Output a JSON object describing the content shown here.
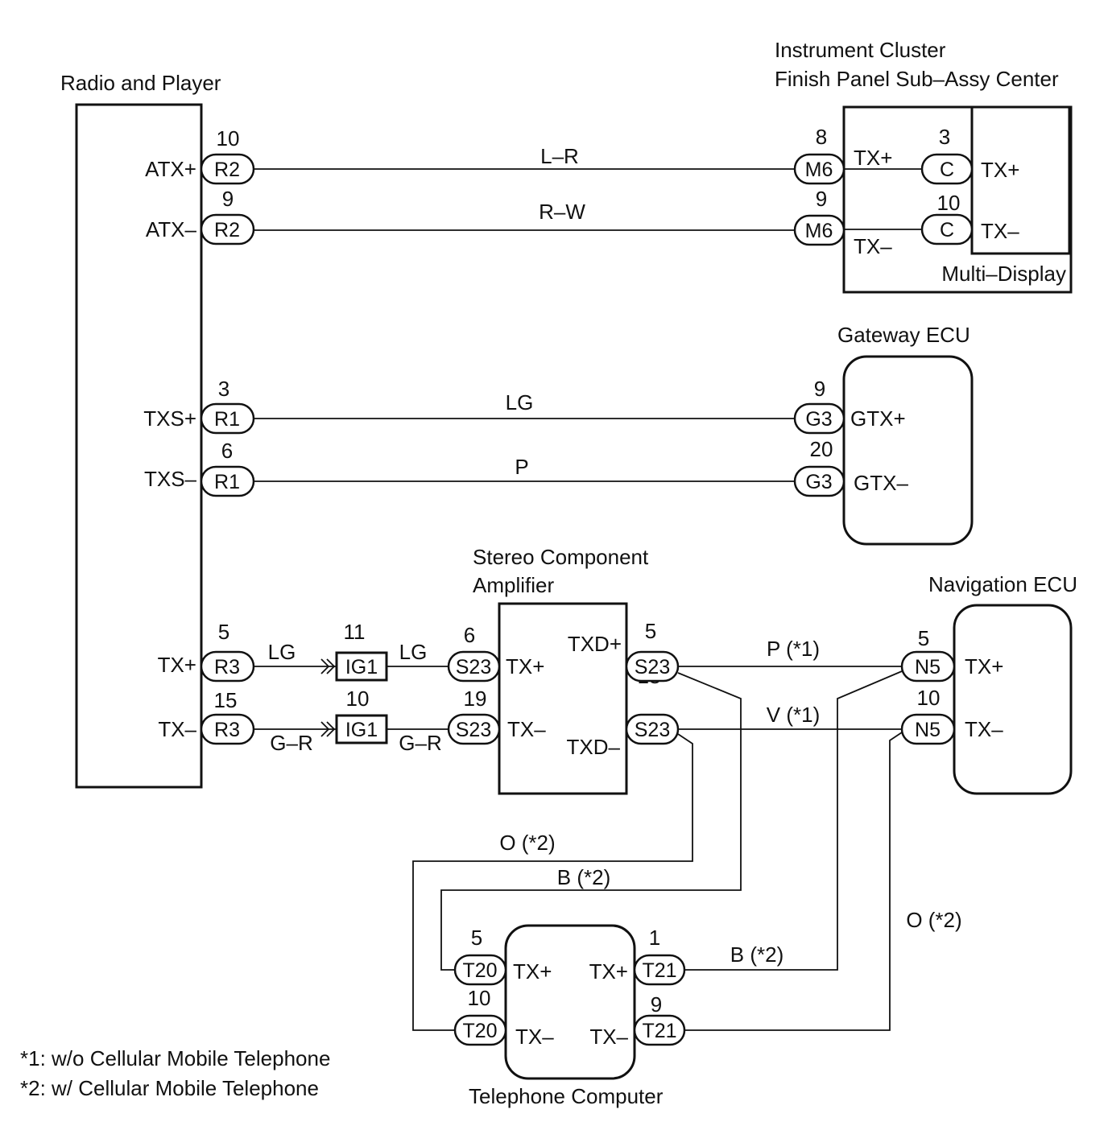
{
  "radio": {
    "title": "Radio and Player",
    "terminals": [
      {
        "name": "ATX+",
        "pin": "10",
        "connector": "R2"
      },
      {
        "name": "ATX–",
        "pin": "9",
        "connector": "R2"
      },
      {
        "name": "TXS+",
        "pin": "3",
        "connector": "R1"
      },
      {
        "name": "TXS–",
        "pin": "6",
        "connector": "R1"
      },
      {
        "name": "TX+",
        "pin": "5",
        "connector": "R3"
      },
      {
        "name": "TX–",
        "pin": "15",
        "connector": "R3"
      }
    ]
  },
  "instrument_cluster": {
    "title_line1": "Instrument Cluster",
    "title_line2": "Finish Panel Sub–Assy Center",
    "terminals": [
      {
        "name": "TX+",
        "pin": "8",
        "connector": "M6"
      },
      {
        "name": "TX–",
        "pin": "9",
        "connector": "M6"
      }
    ],
    "multi_display": {
      "title": "Multi–Display",
      "terminals": [
        {
          "name": "TX+",
          "pin": "3",
          "connector": "C"
        },
        {
          "name": "TX–",
          "pin": "10",
          "connector": "C"
        }
      ]
    }
  },
  "gateway_ecu": {
    "title": "Gateway ECU",
    "terminals": [
      {
        "name": "GTX+",
        "pin": "9",
        "connector": "G3"
      },
      {
        "name": "GTX–",
        "pin": "20",
        "connector": "G3"
      }
    ]
  },
  "junction_connectors": [
    {
      "pin": "11",
      "connector": "IG1"
    },
    {
      "pin": "10",
      "connector": "IG1"
    }
  ],
  "amplifier": {
    "title_line1": "Stereo Component",
    "title_line2": "Amplifier",
    "input_terminals": [
      {
        "name": "TX+",
        "pin": "6",
        "connector": "S23"
      },
      {
        "name": "TX–",
        "pin": "19",
        "connector": "S23"
      }
    ],
    "output_terminals": [
      {
        "name": "TXD+",
        "pin": "5",
        "connector": "S23"
      },
      {
        "name": "TXD–",
        "pin": "18",
        "connector": "S23"
      }
    ]
  },
  "navigation_ecu": {
    "title": "Navigation ECU",
    "terminals": [
      {
        "name": "TX+",
        "pin": "5",
        "connector": "N5"
      },
      {
        "name": "TX–",
        "pin": "10",
        "connector": "N5"
      }
    ]
  },
  "telephone_computer": {
    "title": "Telephone Computer",
    "left_terminals": [
      {
        "name": "TX+",
        "pin": "5",
        "connector": "T20"
      },
      {
        "name": "TX–",
        "pin": "10",
        "connector": "T20"
      }
    ],
    "right_terminals": [
      {
        "name": "TX+",
        "pin": "1",
        "connector": "T21"
      },
      {
        "name": "TX–",
        "pin": "9",
        "connector": "T21"
      }
    ]
  },
  "wire_colors": {
    "radio_cluster_pos": "L–R",
    "radio_cluster_neg": "R–W",
    "radio_gateway_pos": "LG",
    "radio_gateway_neg": "P",
    "radio_junction_pos": "LG",
    "radio_junction_neg": "G–R",
    "junction_amp_pos": "LG",
    "junction_amp_neg": "G–R",
    "amp_nav_pos": "P (*1)",
    "amp_nav_neg": "V (*1)",
    "amp_phone_neg": "O (*2)",
    "amp_phone_pos": "B (*2)",
    "phone_nav_pos": "B (*2)",
    "phone_nav_neg": "O (*2)"
  },
  "footnotes": [
    "*1: w/o Cellular Mobile Telephone",
    "*2: w/ Cellular Mobile Telephone"
  ]
}
